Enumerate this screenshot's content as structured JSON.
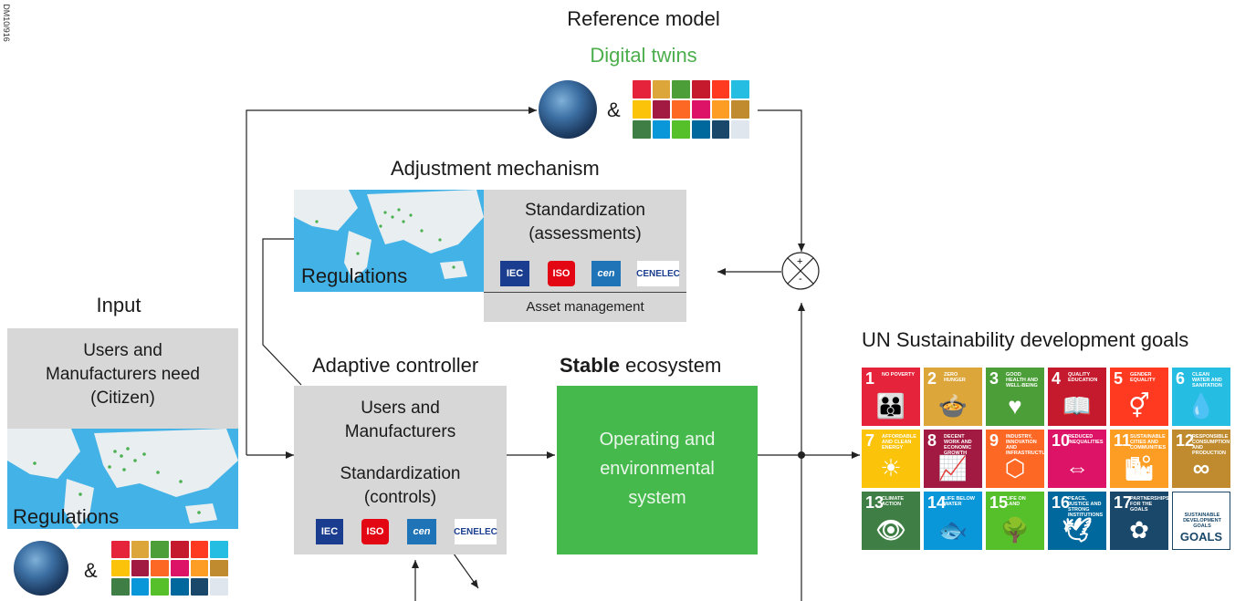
{
  "side_code": "DM10/916",
  "reference": {
    "title": "Reference model",
    "subtitle": "Digital twins",
    "amp": "&"
  },
  "adjustment": {
    "title": "Adjustment mechanism",
    "map_label": "Regulations",
    "std_line1": "Standardization",
    "std_line2": "(assessments)",
    "footer": "Asset management"
  },
  "input": {
    "title": "Input",
    "need_line1": "Users and",
    "need_line2": "Manufacturers need",
    "need_line3": "(Citizen)",
    "map_label": "Regulations",
    "amp": "&"
  },
  "controller": {
    "title": "Adaptive controller",
    "line1": "Users and",
    "line2": "Manufacturers",
    "std_line1": "Standardization",
    "std_line2": "(controls)"
  },
  "ecosystem": {
    "title_bold": "Stable",
    "title_rest": " ecosystem",
    "line1": "Operating and",
    "line2": "environmental",
    "line3": "system"
  },
  "logos": {
    "iec": "IEC",
    "iso": "ISO",
    "cen": "cen",
    "cenelec": "CENELEC"
  },
  "summing_junction": {
    "plus": "+",
    "minus": "-"
  },
  "sdg": {
    "title": "UN Sustainability development goals",
    "tiles": [
      {
        "num": "1",
        "text": "No poverty",
        "color": "#e5243b",
        "glyph": "👪"
      },
      {
        "num": "2",
        "text": "Zero hunger",
        "color": "#dda63a",
        "glyph": "🍲"
      },
      {
        "num": "3",
        "text": "Good health and well-being",
        "color": "#4c9f38",
        "glyph": "♥"
      },
      {
        "num": "4",
        "text": "Quality education",
        "color": "#c5192d",
        "glyph": "📖"
      },
      {
        "num": "5",
        "text": "Gender equality",
        "color": "#ff3a21",
        "glyph": "⚥"
      },
      {
        "num": "6",
        "text": "Clean water and sanitation",
        "color": "#26bde2",
        "glyph": "💧"
      },
      {
        "num": "7",
        "text": "Affordable and clean energy",
        "color": "#fcc30b",
        "glyph": "☀"
      },
      {
        "num": "8",
        "text": "Decent work and economic growth",
        "color": "#a21942",
        "glyph": "📈"
      },
      {
        "num": "9",
        "text": "Industry, innovation and infrastructure",
        "color": "#fd6925",
        "glyph": "⬡"
      },
      {
        "num": "10",
        "text": "Reduced inequalities",
        "color": "#dd1367",
        "glyph": "⇔"
      },
      {
        "num": "11",
        "text": "Sustainable cities and communities",
        "color": "#fd9d24",
        "glyph": "🏙"
      },
      {
        "num": "12",
        "text": "Responsible consumption and production",
        "color": "#bf8b2e",
        "glyph": "∞"
      },
      {
        "num": "13",
        "text": "Climate action",
        "color": "#3f7e44",
        "glyph": "👁"
      },
      {
        "num": "14",
        "text": "Life below water",
        "color": "#0a97d9",
        "glyph": "🐟"
      },
      {
        "num": "15",
        "text": "Life on land",
        "color": "#56c02b",
        "glyph": "🌳"
      },
      {
        "num": "16",
        "text": "Peace, justice and strong institutions",
        "color": "#00689d",
        "glyph": "🕊"
      },
      {
        "num": "17",
        "text": "Partnerships for the goals",
        "color": "#19486a",
        "glyph": "✿"
      },
      {
        "num": "",
        "text": "Sustainable development goals",
        "color": "#ffffff",
        "glyph": "GOALS"
      }
    ]
  }
}
